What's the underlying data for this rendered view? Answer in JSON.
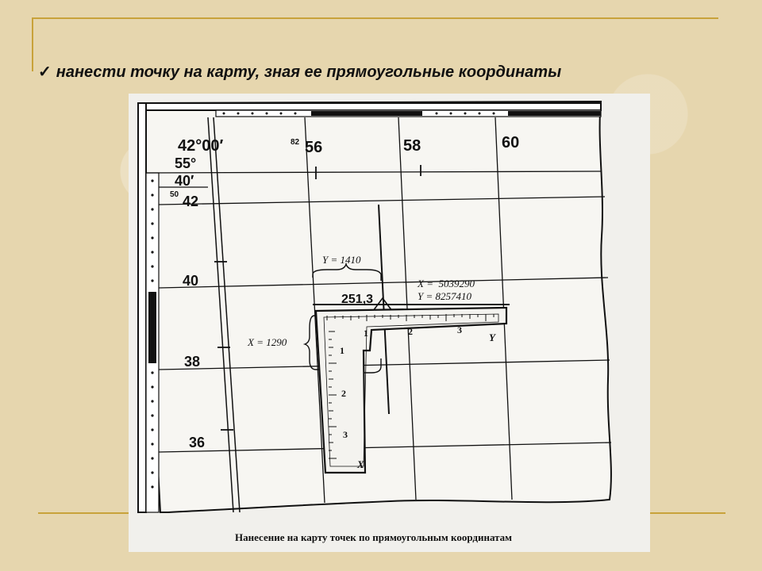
{
  "slide": {
    "check_icon": "check-icon",
    "heading": "нанести точку на карту, зная ее прямоугольные координаты",
    "accent_color": "#c8a23a"
  },
  "figure": {
    "caption": "Нанесение на карту точек по прямоугольным координатам",
    "corner_lon": "42°00′",
    "corner_lat_deg": "55°",
    "corner_lat_min": "40′",
    "top_small_label": "82",
    "left_small_label": "50",
    "x_grid_labels": [
      "56",
      "58",
      "60"
    ],
    "y_grid_labels": [
      "42",
      "40",
      "38",
      "36"
    ],
    "y_equals": "Y = 1410",
    "x_equals": "X = 1290",
    "measure_label": "251,3",
    "point_x": "X =  5039290",
    "point_y": "Y = 8257410",
    "ruler_h_ticks": [
      "1",
      "2",
      "3"
    ],
    "ruler_h_axis": "Y",
    "ruler_v_ticks": [
      "1",
      "2",
      "3"
    ],
    "ruler_v_axis": "X"
  }
}
